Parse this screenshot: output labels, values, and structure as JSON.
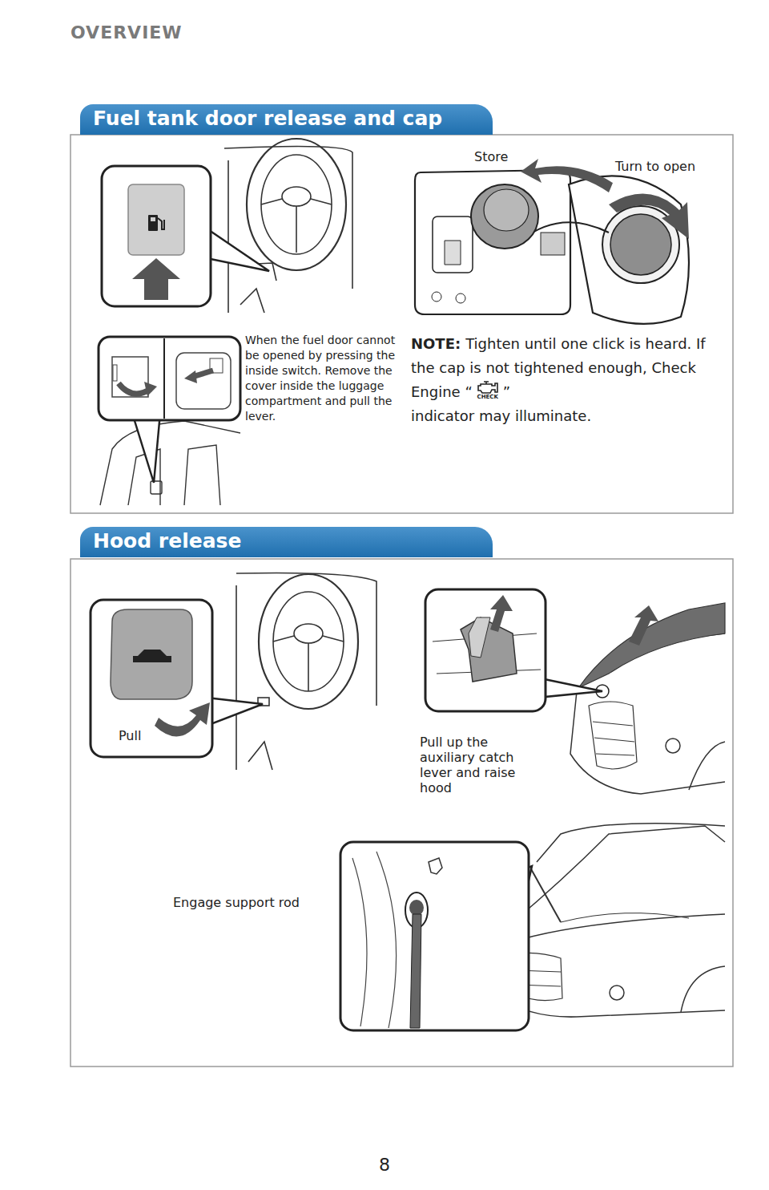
{
  "diagram": {
    "title": "OVERVIEW",
    "nodes": [
      {
        "text": [
          "Fuel tank door release and cap"
        ]
      },
      {
        "text": [
          "Hood release"
        ]
      }
    ],
    "labels": [
      "Store",
      "Turn to open",
      "When the fuel door cannot be opened by pressing the inside switch. Remove the cover inside the luggage compartment and pull the lever.",
      "NOTE:",
      "Tighten until one click is heard. If the cap is not tightened enough, Check Engine “",
      "CHECK",
      "”",
      "indicator may illuminate.",
      "Pull",
      "Pull up the auxiliary catch lever and raise hood",
      "Engage support rod",
      "8"
    ]
  }
}
